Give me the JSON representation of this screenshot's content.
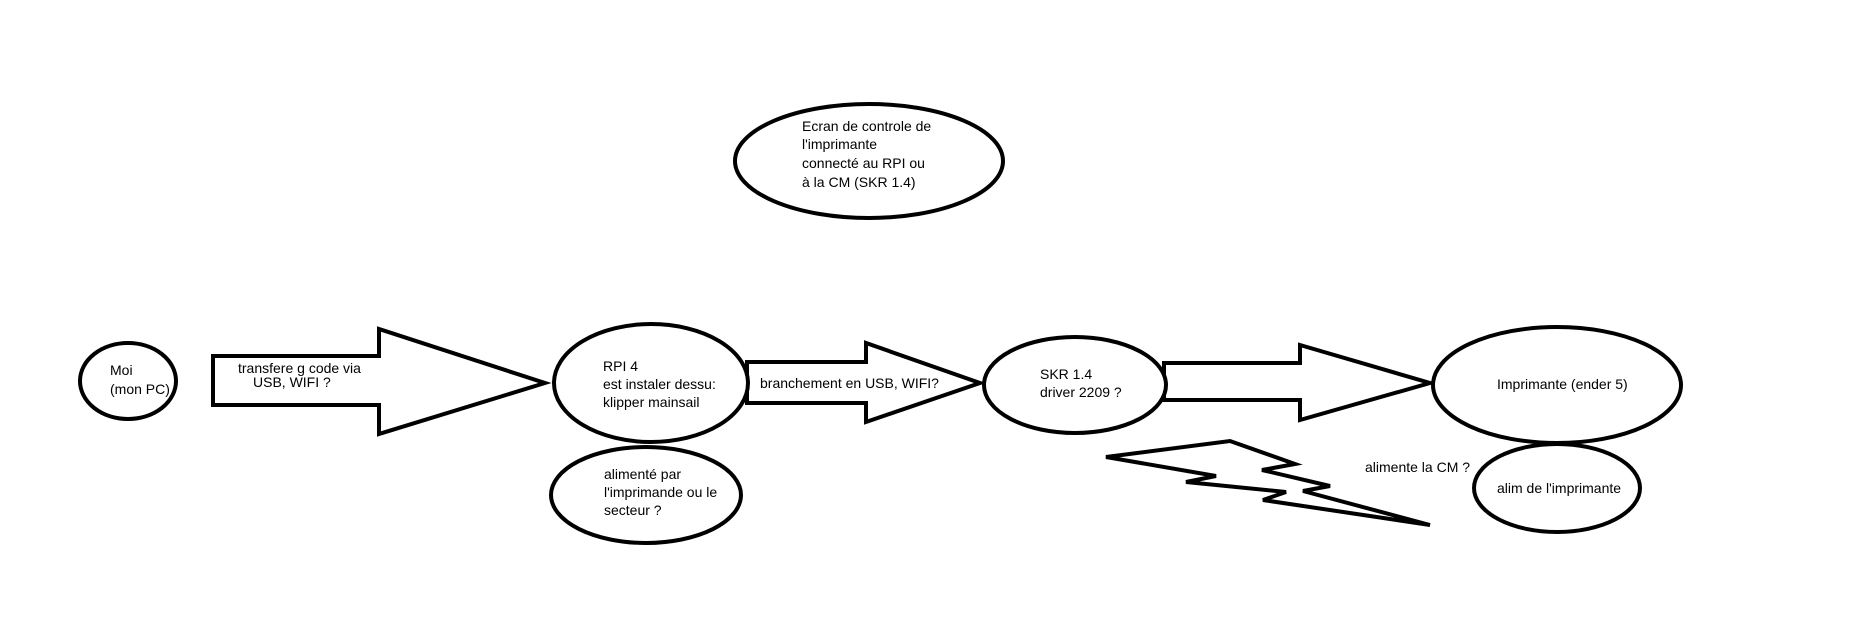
{
  "nodes": {
    "moi": {
      "lines": [
        "Moi",
        "(mon PC)"
      ]
    },
    "rpi": {
      "lines": [
        "RPI 4",
        "est instaler dessu:",
        "klipper mainsail"
      ]
    },
    "ecran": {
      "lines": [
        "Ecran de controle de",
        "l'imprimante",
        "connecté au RPI ou",
        "à la CM (SKR 1.4)"
      ]
    },
    "skr": {
      "lines": [
        "SKR 1.4",
        "driver 2209 ?"
      ]
    },
    "imprimante": {
      "lines": [
        "Imprimante (ender 5)"
      ]
    },
    "alim_rpi": {
      "lines": [
        "alimenté par",
        "l'imprimande ou le",
        "secteur ?"
      ]
    },
    "alim_imprimante": {
      "lines": [
        "alim de l'imprimante"
      ]
    }
  },
  "edges": {
    "pc_to_rpi": {
      "lines": [
        "transfere g code via",
        "USB, WIFI ?"
      ]
    },
    "rpi_to_skr": {
      "lines": [
        "branchement en USB, WIFI?"
      ]
    },
    "skr_to_imprimante": {
      "lines": []
    },
    "alim_to_skr": {
      "lines": [
        "alimente la CM ?"
      ]
    }
  }
}
